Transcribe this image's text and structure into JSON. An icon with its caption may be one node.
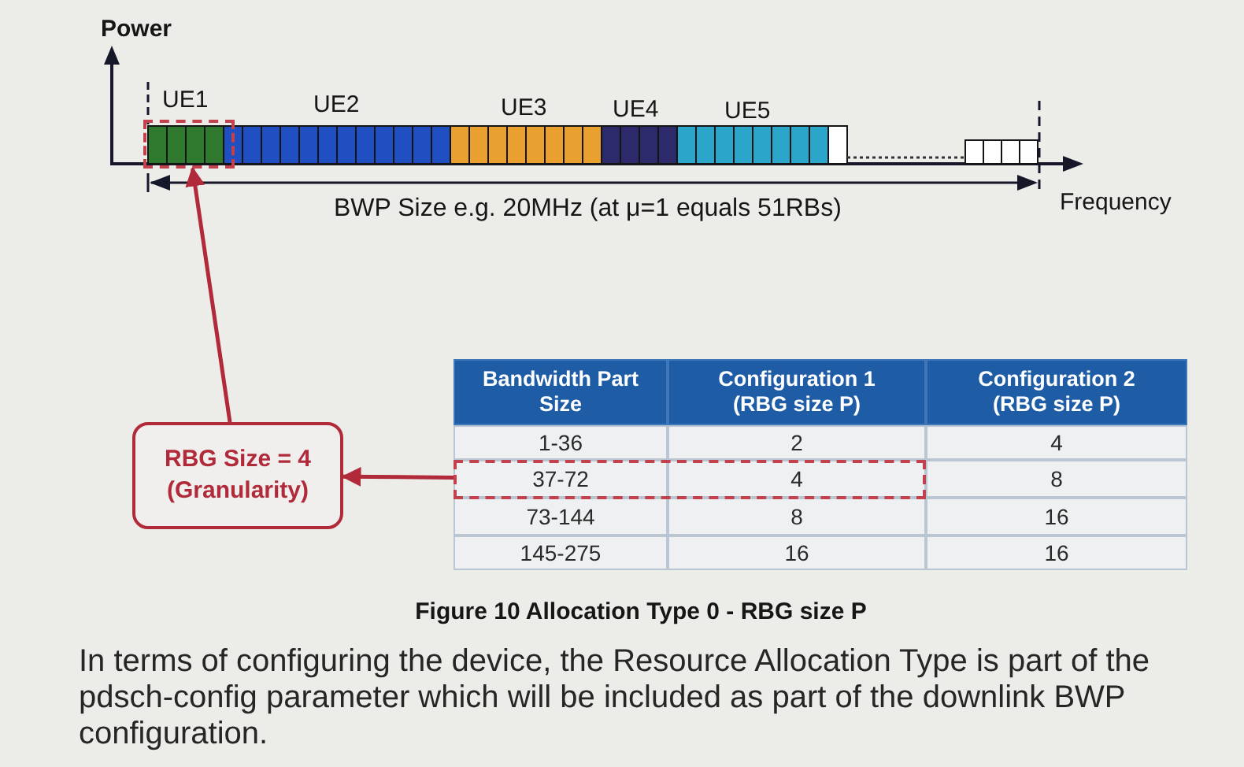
{
  "diagram": {
    "caption": "Figure 10 Allocation Type 0 - RBG size P",
    "nodes": [
      {
        "text": [],
        "shape": "box"
      },
      {
        "text": [
          "RBG Size = 4 (Granularity)"
        ]
      },
      {
        "text": [],
        "shape": "box"
      }
    ],
    "edges": [
      {
        "from": 1,
        "to": 0,
        "arrow": "to"
      },
      {
        "from": 2,
        "to": 1,
        "arrow": "to"
      }
    ],
    "labels": [
      "Power",
      "UE1",
      "UE2",
      "UE3",
      "UE4",
      "UE5",
      "BWP Size e.g. 20MHz (at μ=1 equals 51RBs)",
      "Frequency",
      "Bandwidth Part Size",
      "Configuration 1 (RBG size P)",
      "Configuration 2 (RBG size P)",
      "1-36",
      "2",
      "4",
      "37-72",
      "4",
      "8",
      "73-144",
      "8",
      "16",
      "145-275",
      "16",
      "16",
      "In terms of configuring the device, the Resource Allocation Type is part of the pdsch-config parameter which will be included as part of the downlink BWP configuration."
    ]
  }
}
